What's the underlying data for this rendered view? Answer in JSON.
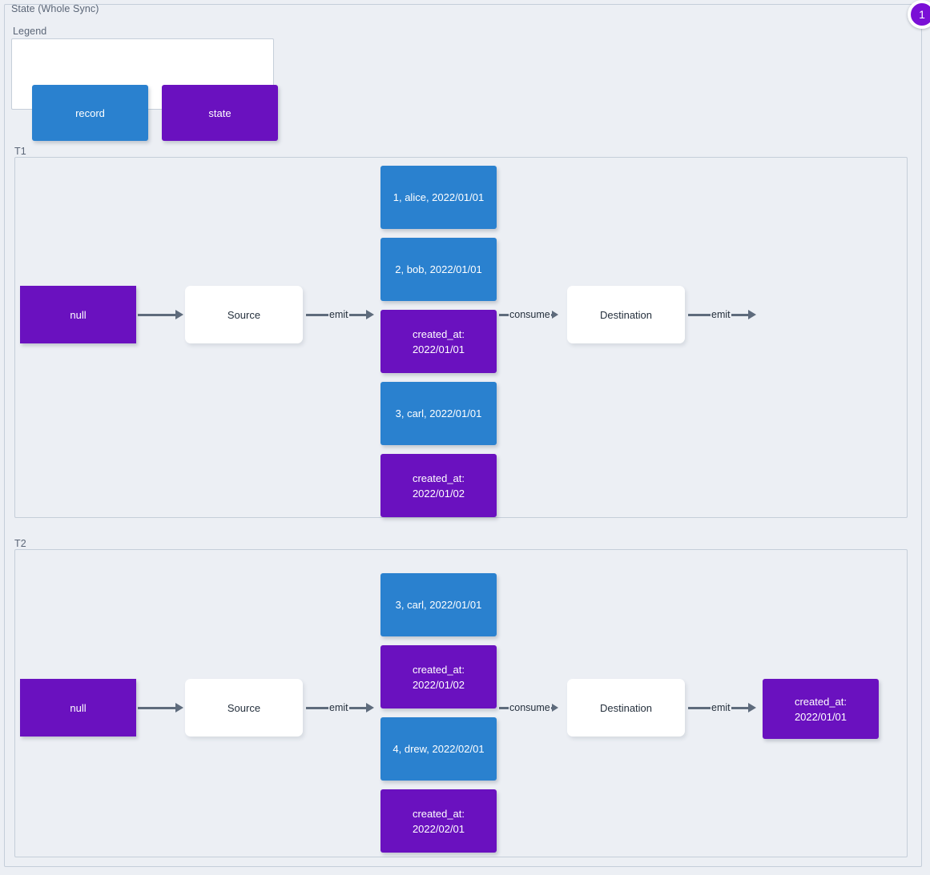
{
  "diagram": {
    "title": "State (Whole Sync)",
    "badge": "1",
    "legend": {
      "title": "Legend",
      "items": [
        {
          "label": "record",
          "color": "#2a81cf",
          "kind": "record"
        },
        {
          "label": "state",
          "color": "#6a11bf",
          "kind": "state"
        }
      ]
    },
    "panels": [
      {
        "title": "T1",
        "initial_state": "null",
        "source": "Source",
        "destination": "Destination",
        "edges": {
          "state_to_source": "",
          "source_emit": "emit",
          "consume": "consume",
          "destination_emit": "emit"
        },
        "stream": [
          {
            "kind": "record",
            "label": "1, alice, 2022/01/01"
          },
          {
            "kind": "record",
            "label": "2, bob, 2022/01/01"
          },
          {
            "kind": "state",
            "label": "created_at:\n2022/01/01"
          },
          {
            "kind": "record",
            "label": "3, carl, 2022/01/01"
          },
          {
            "kind": "state",
            "label": "created_at:\n2022/01/02"
          }
        ],
        "output": null
      },
      {
        "title": "T2",
        "initial_state": "null",
        "source": "Source",
        "destination": "Destination",
        "edges": {
          "state_to_source": "",
          "source_emit": "emit",
          "consume": "consume",
          "destination_emit": "emit"
        },
        "stream": [
          {
            "kind": "record",
            "label": "3, carl, 2022/01/01"
          },
          {
            "kind": "state",
            "label": "created_at:\n2022/01/02"
          },
          {
            "kind": "record",
            "label": "4, drew, 2022/02/01"
          },
          {
            "kind": "state",
            "label": "created_at:\n2022/02/01"
          }
        ],
        "output": {
          "kind": "state",
          "label": "created_at:\n2022/01/01"
        }
      }
    ]
  }
}
